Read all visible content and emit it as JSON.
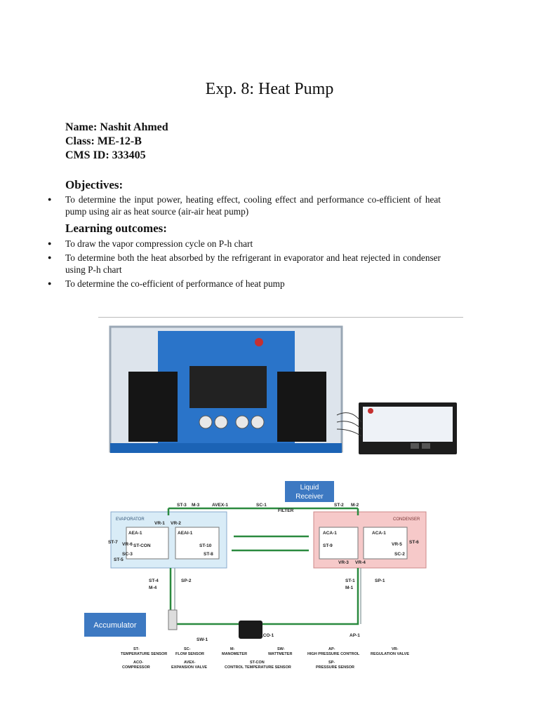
{
  "title": "Exp. 8: Heat Pump",
  "info": {
    "name": "Name: Nashit Ahmed",
    "class": "Class: ME-12-B",
    "cms": "CMS ID: 333405"
  },
  "objectives": {
    "heading": "Objectives:",
    "items": [
      "To determine the input power, heating effect, cooling effect and performance co-efficient of heat pump using air as heat source (air-air heat pump)"
    ]
  },
  "outcomes": {
    "heading": "Learning outcomes:",
    "items": [
      "To draw the vapor compression cycle on P-h chart",
      "To determine both the heat absorbed by the refrigerant in evaporator and heat rejected in condenser using P-h chart",
      "To determine the co-efficient of performance of heat pump"
    ]
  },
  "diagram": {
    "liquid_receiver": "Liquid Receiver",
    "accumulator": "Accumulator",
    "evaporator": "EVAPORATOR",
    "condenser": "CONDENSER",
    "labels": {
      "st3": "ST-3",
      "m3": "M-3",
      "avex1": "AVEX-1",
      "sc1": "SC-1",
      "filter": "FILTER",
      "st2": "ST-2",
      "m2": "M-2",
      "aea1": "AEA-1",
      "aeai1": "AEAI-1",
      "vr1": "VR-1",
      "vr2": "VR-2",
      "stcon": "ST-CON",
      "st10": "ST-10",
      "st8": "ST-8",
      "st7": "ST-7",
      "vr6": "VR-6",
      "sc3": "SC-3",
      "st5": "ST-5",
      "aca1": "ACA-1",
      "aca1b": "ACA-1",
      "st9": "ST-9",
      "vr5": "VR-5",
      "st6": "ST-6",
      "sc2": "SC-2",
      "vr3": "VR-3",
      "vr4": "VR-4",
      "st4": "ST-4",
      "sp2": "SP-2",
      "m4": "M-4",
      "st1": "ST-1",
      "sp1": "SP-1",
      "m1": "M-1",
      "sw1": "SW-1",
      "aco1": "ACO-1",
      "ap1": "AP-1"
    },
    "legend": [
      [
        "ST-",
        "TEMPERATURE SENSOR"
      ],
      [
        "SC-",
        "FLOW SENSOR"
      ],
      [
        "M-",
        "MANOMETER"
      ],
      [
        "SW-",
        "WATTMETER"
      ],
      [
        "AP-",
        "HIGH PRESSURE CONTROL"
      ],
      [
        "VR-",
        "REGULATION VALVE"
      ],
      [
        "ACO-",
        "COMPRESSOR"
      ],
      [
        "AVEX-",
        "EXPANSION VALVE"
      ],
      [
        "ST-CON",
        "CONTROL TEMPERATURE SENSOR"
      ],
      [
        "SP-",
        "PRESSURE SENSOR"
      ]
    ]
  }
}
